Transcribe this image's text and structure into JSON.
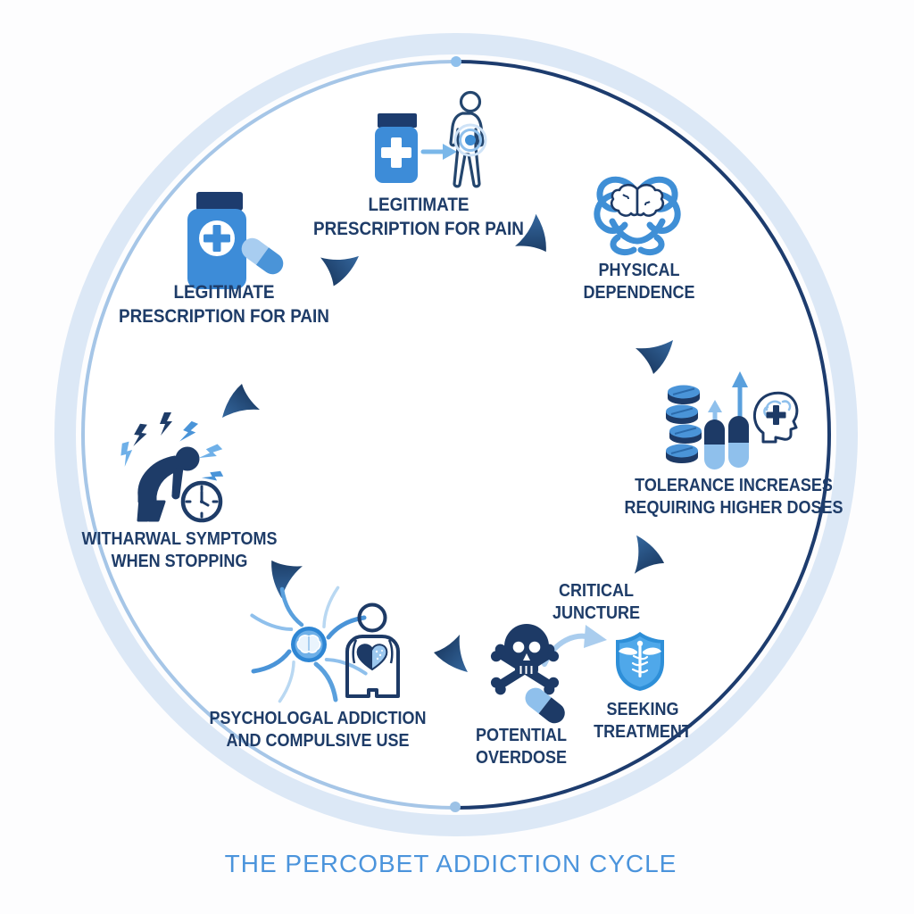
{
  "title": "THE PERCOBET ADDICTION CYCLE",
  "colors": {
    "navy": "#1e3c68",
    "mid_blue": "#3f8fd6",
    "light_blue": "#8fc0ec",
    "halo_blue": "#dce8f6",
    "title_blue": "#4b94dc"
  },
  "stages": [
    {
      "name": "legitimate-prescription-top",
      "icon": "pill-bottle-arrow-patient-icon",
      "lines": [
        "LEGITIMATE",
        "PRESCRIPTION FOR PAIN"
      ]
    },
    {
      "name": "physical-dependence",
      "icon": "brain-knot-icon",
      "lines": [
        "PHYSICAL",
        "DEPENDENCE"
      ]
    },
    {
      "name": "tolerance-increases",
      "icon": "pill-stack-rising-doses-icon",
      "lines": [
        "TOLERANCE INCREASES",
        "REQUIRING HIGHER DOSES"
      ]
    },
    {
      "name": "critical-juncture",
      "icon": "none",
      "lines": [
        "CRITICAL",
        "JUNCTURE"
      ]
    },
    {
      "name": "seeking-treatment",
      "icon": "medical-shield-caduceus-icon",
      "lines": [
        "SEEKING",
        "TREATMENT"
      ]
    },
    {
      "name": "potential-overdose",
      "icon": "skull-crossbones-pill-icon",
      "lines": [
        "POTENTIAL",
        "OVERDOSE"
      ]
    },
    {
      "name": "psychological-addiction",
      "icon": "spiral-vortex-heart-icon",
      "lines": [
        "PSYCHOLOGAL ADDICTION",
        "AND COMPULSIVE USE"
      ]
    },
    {
      "name": "withdrawal-symptoms",
      "icon": "hunched-person-clock-icon",
      "lines": [
        "WITHARWAL SYMPTOMS",
        "WHEN STOPPING"
      ]
    },
    {
      "name": "legitimate-prescription-left",
      "icon": "pill-bottle-capsule-icon",
      "lines": [
        "LEGITIMATE",
        "PRESCRIPTION FOR PAIN"
      ]
    }
  ]
}
